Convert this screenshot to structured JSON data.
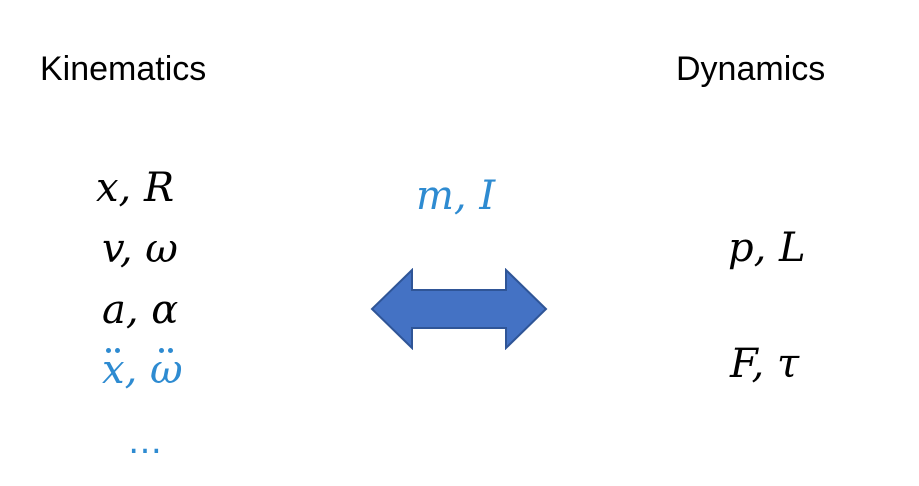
{
  "headings": {
    "left": "Kinematics",
    "right": "Dynamics"
  },
  "kinematics": {
    "row1": "x, R",
    "row2": "v, ω",
    "row3": "a, α",
    "row4_a": "x",
    "row4_sep": ", ",
    "row4_b": "ω",
    "more": "…"
  },
  "center": {
    "label": "m, I"
  },
  "dynamics": {
    "row1": "p, L",
    "row2": "F, τ"
  },
  "colors": {
    "accent": "#2e8bd1",
    "arrow_fill": "#4472c4",
    "arrow_stroke": "#2f5597",
    "text": "#000000"
  }
}
